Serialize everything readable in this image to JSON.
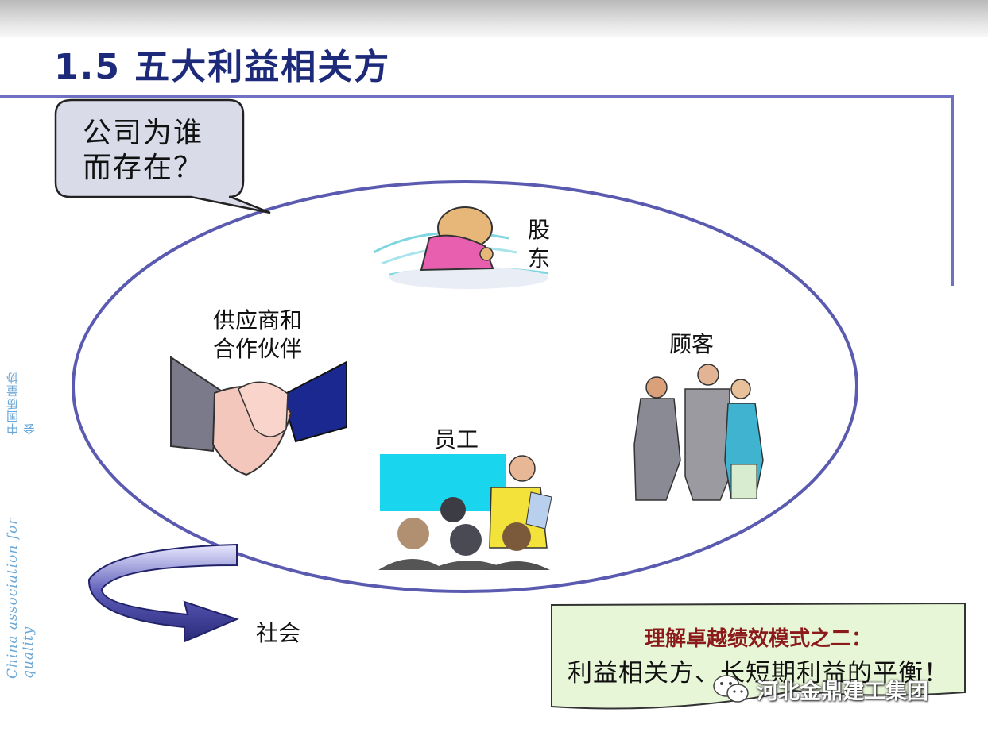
{
  "slide": {
    "title": "1.5 五大利益相关方",
    "vertical_en": "China association for quality",
    "vertical_cn": "中国质量协会"
  },
  "bubble": {
    "line1": "公司为谁",
    "line2": "而存在？"
  },
  "stakeholders": {
    "shareholders_line1": "股",
    "shareholders_line2": "东",
    "suppliers_line1": "供应商和",
    "suppliers_line2": "合作伙伴",
    "customers": "顾客",
    "employees": "员工",
    "society": "社会"
  },
  "callout": {
    "line1": "理解卓越绩效模式之二：",
    "line2": "利益相关方、长短期利益的平衡！"
  },
  "watermark": {
    "text": "河北金鼎建工集团"
  },
  "colors": {
    "title": "#1d2a7a",
    "ellipse": "#5a5ab0",
    "callout_bg": "#e8f6d8",
    "callout_title": "#8b1a1a",
    "arrow": "#3c3c9c"
  }
}
